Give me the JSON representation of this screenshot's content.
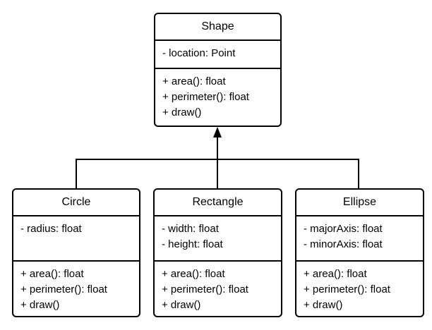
{
  "classes": {
    "shape": {
      "name": "Shape",
      "attributes": [
        "- location: Point"
      ],
      "methods": [
        "+ area(): float",
        "+ perimeter(): float",
        "+ draw()"
      ]
    },
    "circle": {
      "name": "Circle",
      "attributes": [
        "- radius: float"
      ],
      "methods": [
        "+ area(): float",
        "+ perimeter(): float",
        "+ draw()"
      ]
    },
    "rectangle": {
      "name": "Rectangle",
      "attributes": [
        "- width: float",
        "- height: float"
      ],
      "methods": [
        "+ area(): float",
        "+ perimeter(): float",
        "+ draw()"
      ]
    },
    "ellipse": {
      "name": "Ellipse",
      "attributes": [
        "- majorAxis: float",
        "- minorAxis: float"
      ],
      "methods": [
        "+ area(): float",
        "+ perimeter(): float",
        "+ draw()"
      ]
    }
  },
  "relationships": [
    {
      "type": "generalization",
      "from": "circle",
      "to": "shape"
    },
    {
      "type": "generalization",
      "from": "rectangle",
      "to": "shape"
    },
    {
      "type": "generalization",
      "from": "ellipse",
      "to": "shape"
    }
  ],
  "colors": {
    "line": "#000000",
    "background": "#ffffff"
  }
}
